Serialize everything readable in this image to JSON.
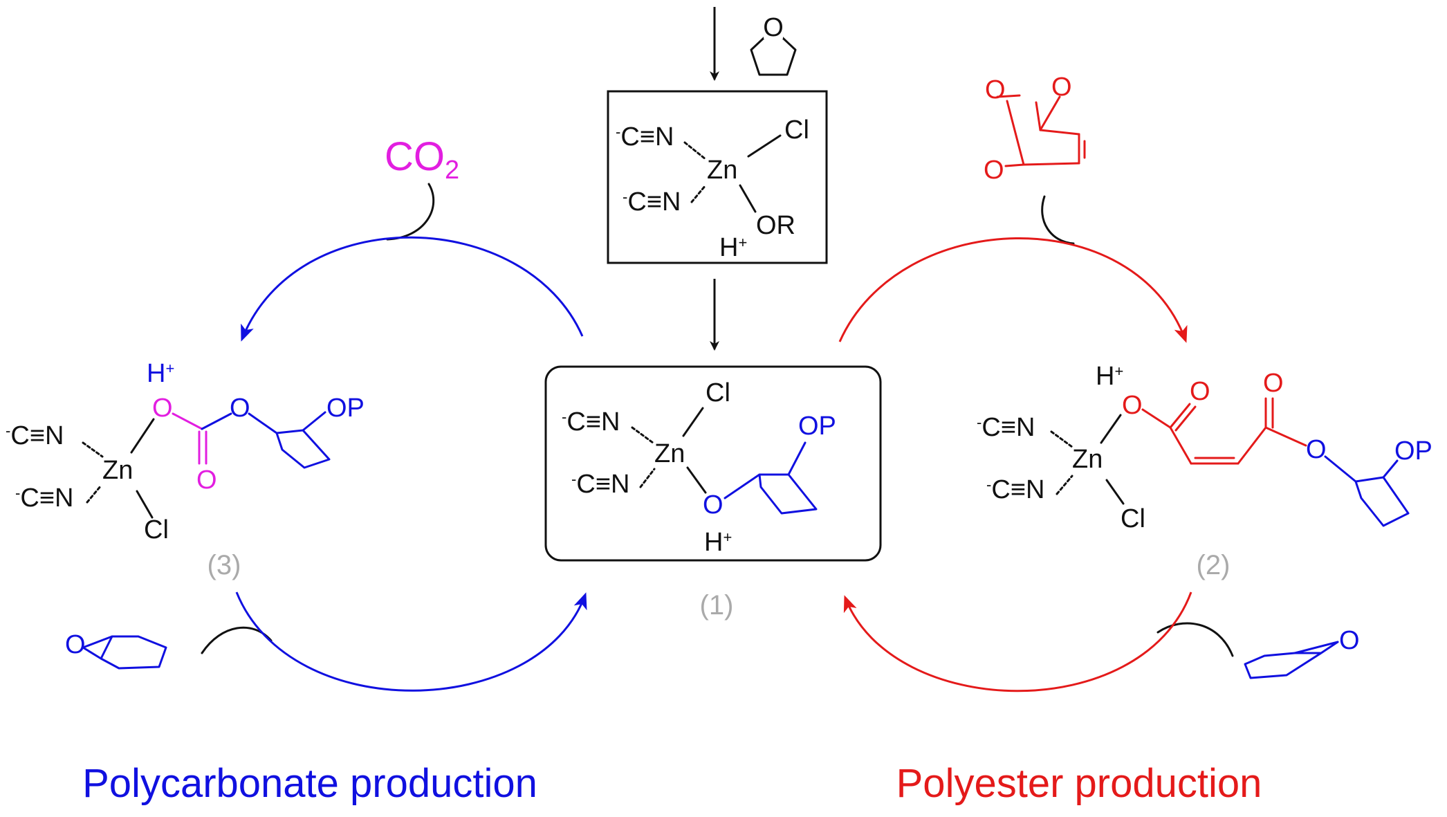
{
  "colors": {
    "black": "#111111",
    "blue": "#1010e0",
    "red": "#e41a1a",
    "magenta": "#e21ee0",
    "label_gray": "#aaaaaa"
  },
  "atoms": {
    "cn": "C≡N",
    "minus": "-",
    "zn": "Zn",
    "cl": "Cl",
    "o": "O",
    "or": "OR",
    "op": "OP",
    "h": "H",
    "plus": "+",
    "co": "CO",
    "two": "2"
  },
  "labels": {
    "compound1": "(1)",
    "compound2": "(2)",
    "compound3": "(3)"
  },
  "titles": {
    "left": "Polycarbonate production",
    "right": "Polyester production"
  }
}
